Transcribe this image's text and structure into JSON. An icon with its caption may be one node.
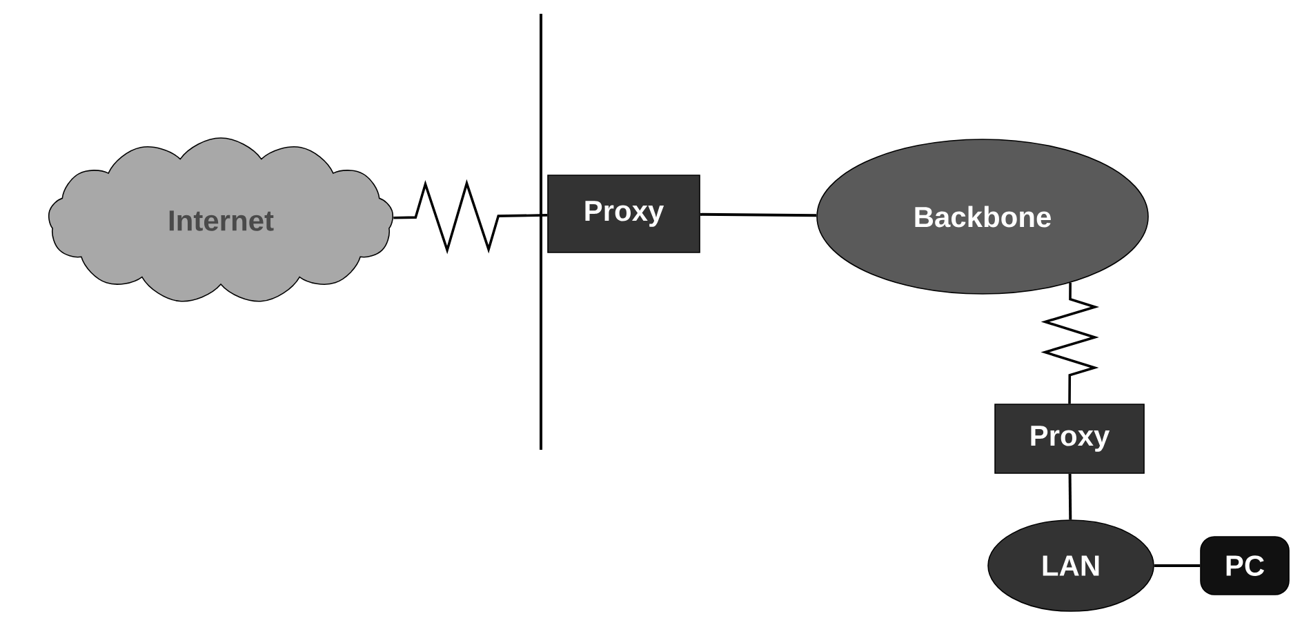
{
  "diagram": {
    "nodes": [
      {
        "text": [
          "Internet"
        ]
      },
      {
        "text": [
          "Proxy"
        ]
      },
      {
        "text": [
          "Backbone"
        ]
      },
      {
        "text": [
          "Proxy"
        ]
      },
      {
        "text": [
          "LAN"
        ]
      },
      {
        "text": [
          "PC"
        ]
      }
    ],
    "edges": [
      {
        "from": 0,
        "to": 1,
        "arrow": "none"
      },
      {
        "from": 1,
        "to": 2,
        "arrow": "none"
      },
      {
        "from": 2,
        "to": 3,
        "arrow": "none"
      },
      {
        "from": 3,
        "to": 4,
        "arrow": "none"
      },
      {
        "from": 4,
        "to": 5,
        "arrow": "none"
      }
    ]
  }
}
